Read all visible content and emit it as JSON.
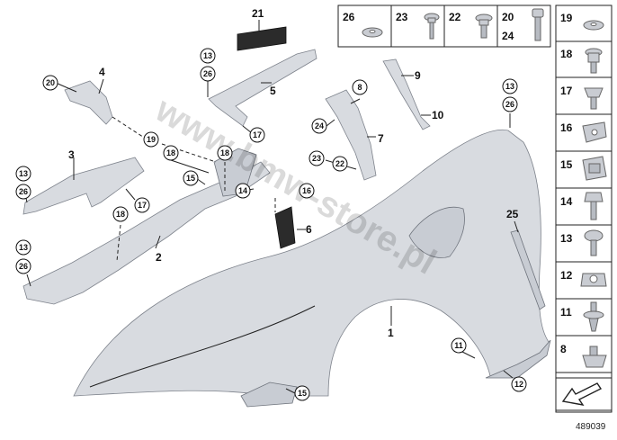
{
  "diagram": {
    "image_number": "489039",
    "watermark": "www.bmw-store.pl"
  },
  "callouts": [
    {
      "id": "c21",
      "label": "21",
      "style": "plain"
    },
    {
      "id": "c4",
      "label": "4",
      "style": "plain"
    },
    {
      "id": "c20",
      "label": "20",
      "style": "circle"
    },
    {
      "id": "c13a",
      "label": "13",
      "style": "circle"
    },
    {
      "id": "c26a",
      "label": "26",
      "style": "circle"
    },
    {
      "id": "c5",
      "label": "5",
      "style": "plain"
    },
    {
      "id": "c17a",
      "label": "17",
      "style": "circle"
    },
    {
      "id": "c19",
      "label": "19",
      "style": "circle"
    },
    {
      "id": "c18a",
      "label": "18",
      "style": "circle"
    },
    {
      "id": "c18b",
      "label": "18",
      "style": "circle"
    },
    {
      "id": "c3",
      "label": "3",
      "style": "plain"
    },
    {
      "id": "c13b",
      "label": "13",
      "style": "circle"
    },
    {
      "id": "c26b",
      "label": "26",
      "style": "circle"
    },
    {
      "id": "c15a",
      "label": "15",
      "style": "circle"
    },
    {
      "id": "c17b",
      "label": "17",
      "style": "circle"
    },
    {
      "id": "c18c",
      "label": "18",
      "style": "circle"
    },
    {
      "id": "c14",
      "label": "14",
      "style": "circle"
    },
    {
      "id": "c16",
      "label": "16",
      "style": "circle"
    },
    {
      "id": "c6",
      "label": "6",
      "style": "plain"
    },
    {
      "id": "c2",
      "label": "2",
      "style": "plain"
    },
    {
      "id": "c13c",
      "label": "13",
      "style": "circle"
    },
    {
      "id": "c26c",
      "label": "26",
      "style": "circle"
    },
    {
      "id": "c8",
      "label": "8",
      "style": "circle"
    },
    {
      "id": "c24",
      "label": "24",
      "style": "circle"
    },
    {
      "id": "c7",
      "label": "7",
      "style": "plain"
    },
    {
      "id": "c23",
      "label": "23",
      "style": "circle"
    },
    {
      "id": "c22",
      "label": "22",
      "style": "circle"
    },
    {
      "id": "c9",
      "label": "9",
      "style": "plain"
    },
    {
      "id": "c10",
      "label": "10",
      "style": "plain"
    },
    {
      "id": "c13d",
      "label": "13",
      "style": "circle"
    },
    {
      "id": "c26d",
      "label": "26",
      "style": "circle"
    },
    {
      "id": "c25",
      "label": "25",
      "style": "plain"
    },
    {
      "id": "c1",
      "label": "1",
      "style": "plain"
    },
    {
      "id": "c11",
      "label": "11",
      "style": "circle"
    },
    {
      "id": "c12",
      "label": "12",
      "style": "circle"
    },
    {
      "id": "c15b",
      "label": "15",
      "style": "circle"
    }
  ],
  "legend_top": [
    {
      "id": "t26",
      "label": "26"
    },
    {
      "id": "t23",
      "label": "23"
    },
    {
      "id": "t22",
      "label": "22"
    },
    {
      "id": "t20",
      "label": "20",
      "label2": "24"
    }
  ],
  "legend_side": [
    {
      "id": "s19",
      "label": "19"
    },
    {
      "id": "s18",
      "label": "18"
    },
    {
      "id": "s17",
      "label": "17"
    },
    {
      "id": "s16",
      "label": "16"
    },
    {
      "id": "s15",
      "label": "15"
    },
    {
      "id": "s14",
      "label": "14"
    },
    {
      "id": "s13",
      "label": "13"
    },
    {
      "id": "s12",
      "label": "12"
    },
    {
      "id": "s11",
      "label": "11"
    },
    {
      "id": "s8",
      "label": "8"
    }
  ]
}
